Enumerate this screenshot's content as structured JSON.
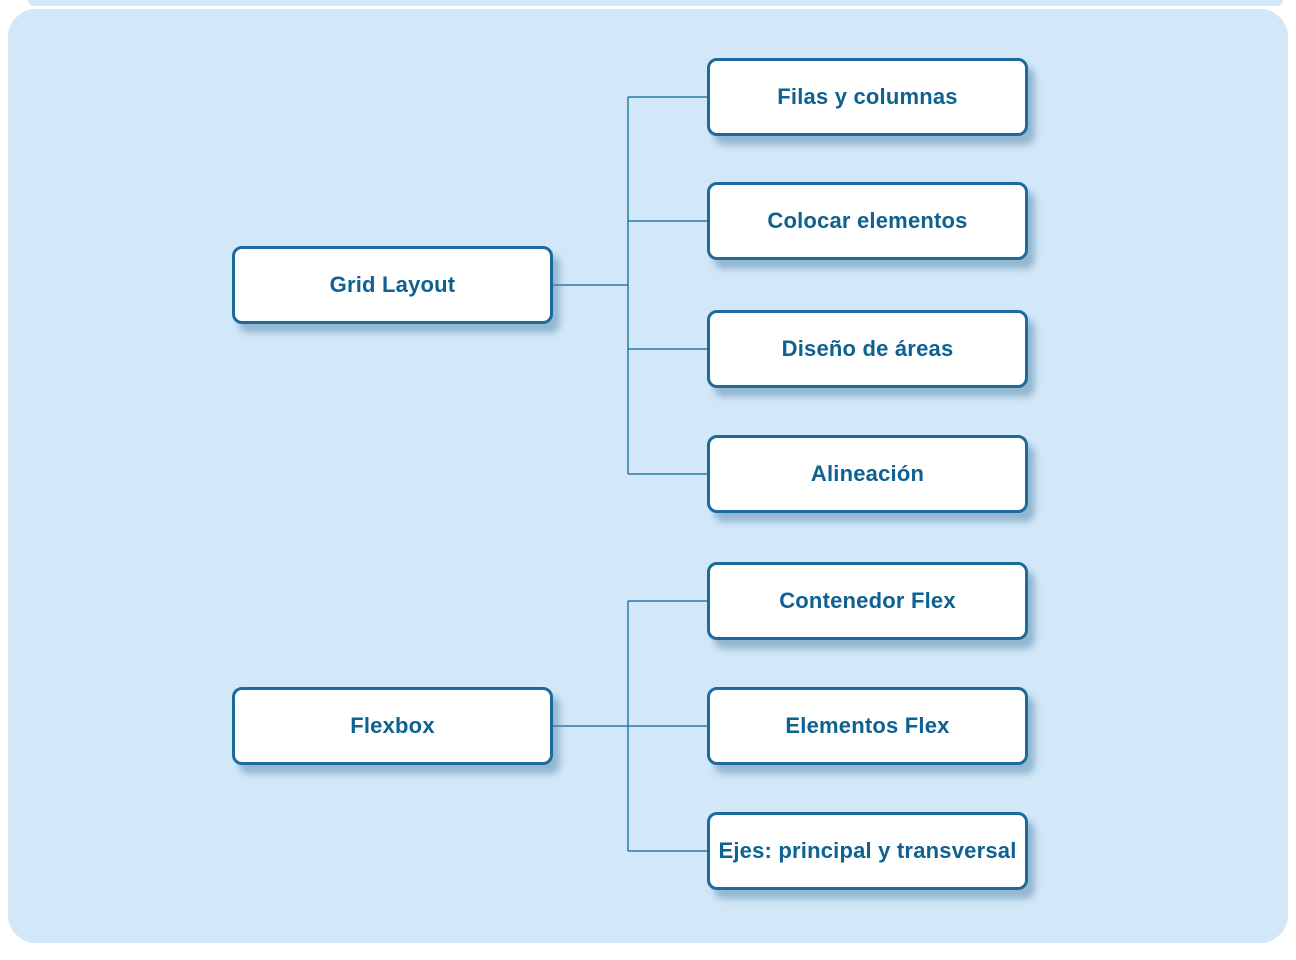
{
  "colors": {
    "page-bg": "#ffffff",
    "panel-bg": "#d2e8f8",
    "box-bg": "#ffffff",
    "box-border": "#1c6b9d",
    "text": "#0e6190",
    "line": "#2878a8"
  },
  "diagram": {
    "groups": [
      {
        "parent": {
          "label": "Grid Layout"
        },
        "children": [
          {
            "label": "Filas y columnas"
          },
          {
            "label": "Colocar elementos"
          },
          {
            "label": "Diseño de áreas"
          },
          {
            "label": "Alineación"
          }
        ]
      },
      {
        "parent": {
          "label": "Flexbox"
        },
        "children": [
          {
            "label": "Contenedor Flex"
          },
          {
            "label": "Elementos Flex"
          },
          {
            "label": "Ejes: principal y transversal"
          }
        ]
      }
    ]
  }
}
